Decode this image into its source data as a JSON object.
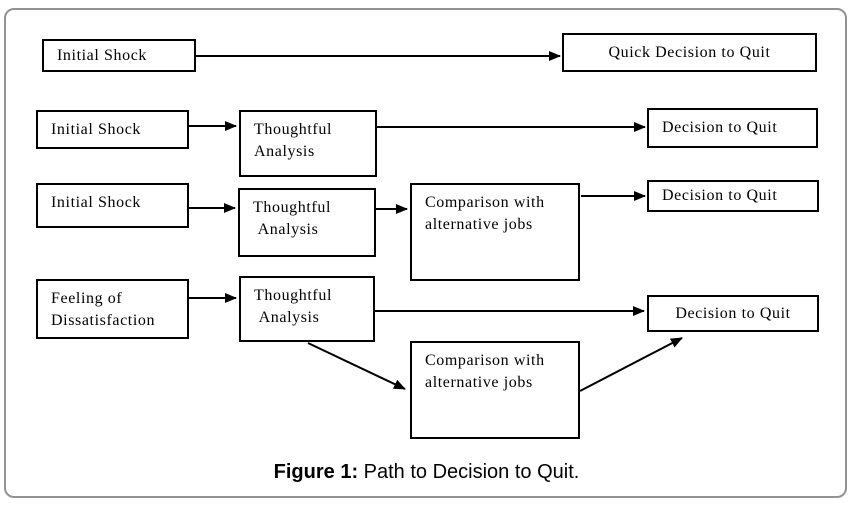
{
  "figure_frame": {
    "border_color": "#929292",
    "background": "#ffffff"
  },
  "diagram": {
    "line_color": "#000000",
    "row1": {
      "initial_shock": "Initial Shock",
      "quick_decision_to_quit": "Quick Decision to Quit"
    },
    "row2": {
      "initial_shock": "Initial Shock",
      "thoughtful_analysis": "Thoughtful\nAnalysis",
      "decision_to_quit": "Decision to Quit"
    },
    "row3": {
      "initial_shock": "Initial Shock",
      "thoughtful_analysis": "Thoughtful\n Analysis",
      "comparison_with_alternative_jobs": "Comparison with\nalternative jobs",
      "decision_to_quit": "Decision to Quit"
    },
    "row4": {
      "feeling_of_dissatisfaction": "Feeling of\nDissatisfaction",
      "thoughtful_analysis": "Thoughtful\n Analysis",
      "comparison_with_alternative_jobs": "Comparison with\nalternative jobs",
      "decision_to_quit": "Decision to Quit"
    }
  },
  "caption": {
    "figure_label": "Figure 1:",
    "text": " Path to Decision to Quit."
  }
}
